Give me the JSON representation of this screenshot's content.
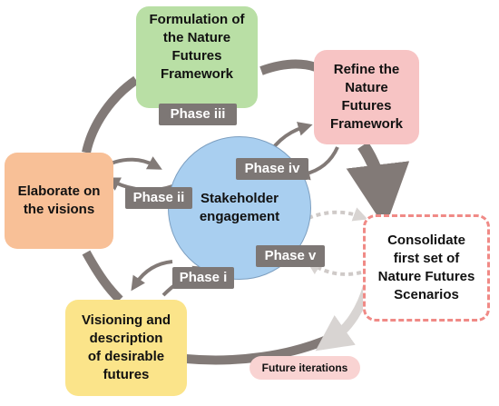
{
  "colors": {
    "green": "#b9dfa5",
    "pink": "#f7c4c4",
    "orange": "#f8c097",
    "yellow": "#fbe48a",
    "center": "#a9cff0",
    "phase": "#7d7775",
    "arrow": "#827a77",
    "dashed_border": "#f08a86",
    "future": "#f9d3d2"
  },
  "boxes": {
    "formulation": "Formulation of\nthe Nature\nFutures\nFramework",
    "refine": "Refine the\nNature\nFutures\nFramework",
    "elaborate": "Elaborate on\nthe visions",
    "visioning": "Visioning and\ndescription\nof desirable\nfutures",
    "consolidate": "Consolidate\nfirst set of\nNature Futures\nScenarios"
  },
  "center_label": "Stakeholder\nengagement",
  "phases": {
    "i": "Phase i",
    "ii": "Phase ii",
    "iii": "Phase iii",
    "iv": "Phase iv",
    "v": "Phase v"
  },
  "future_label": "Future iterations"
}
